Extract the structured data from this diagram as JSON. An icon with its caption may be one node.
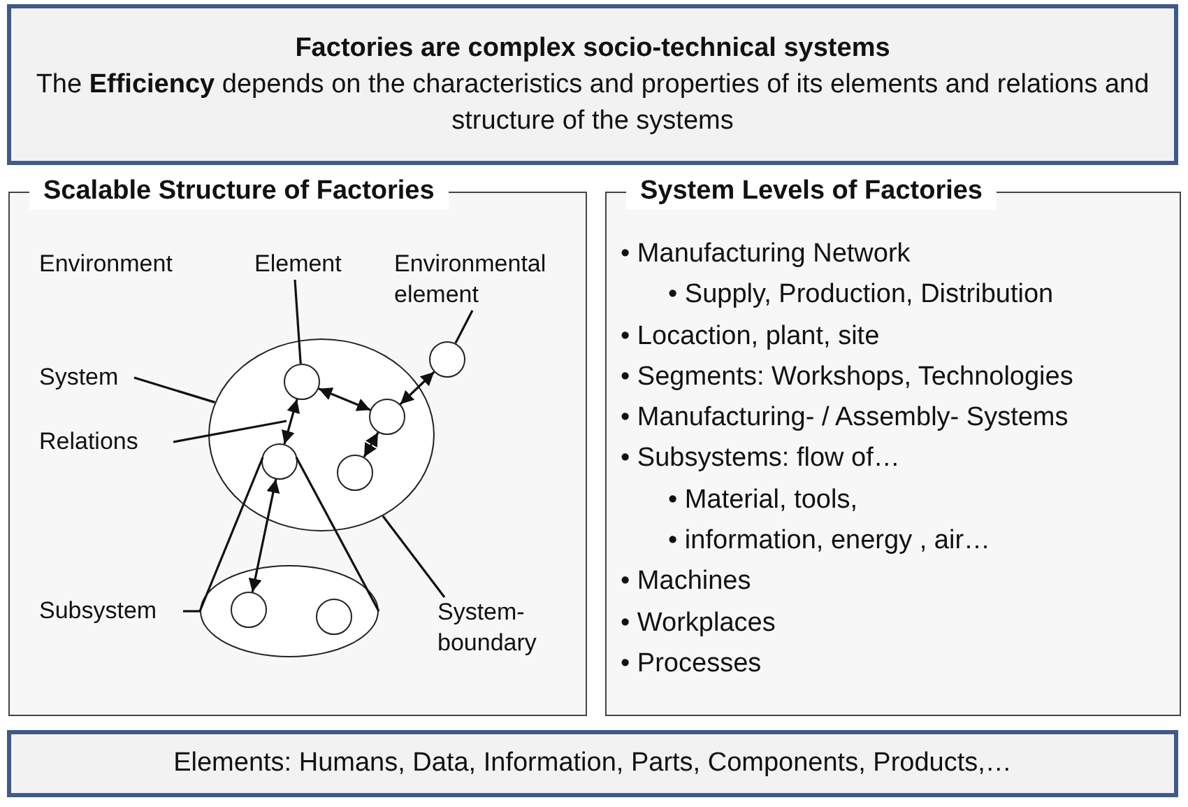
{
  "diagram": {
    "nodes": [
      {
        "text": [
          "Factories are complex socio-technical systems",
          "The **Efficiency** depends on the characteristics and properties of its elements and relations and structure of the systems"
        ]
      },
      {
        "text": [
          "Scalable Structure of Factories"
        ]
      },
      {
        "text": [
          "System Levels of Factories",
          "• Manufacturing Network",
          "• Supply, Production, Distribution",
          "• Locaction, plant, site",
          "• Segments: Workshops, Technologies",
          "• Manufacturing- / Assembly- Systems",
          "• Subsystems: flow of…",
          "• Material, tools,",
          "• information, energy , air…",
          "• Machines",
          "• Workplaces",
          "• Processes"
        ]
      },
      {
        "text": [
          "Elements: Humans, Data, Information, Parts, Components, Products,…"
        ]
      },
      {
        "text": [],
        "shape": "ellipse",
        "in": 1
      },
      {
        "text": [],
        "shape": "circle",
        "in": 4
      },
      {
        "text": [],
        "shape": "circle",
        "in": 4
      },
      {
        "text": [],
        "shape": "circle",
        "in": 4
      },
      {
        "text": [],
        "shape": "circle",
        "in": 4
      },
      {
        "text": [],
        "shape": "circle",
        "in": 1
      },
      {
        "text": [],
        "shape": "ellipse",
        "in": 1
      },
      {
        "text": [],
        "shape": "circle",
        "in": 10
      },
      {
        "text": [],
        "shape": "circle",
        "in": 10
      },
      {
        "text": [
          "Element"
        ],
        "in": 1
      },
      {
        "text": [
          "Environmental element"
        ],
        "in": 1
      },
      {
        "text": [
          "System"
        ],
        "in": 1
      },
      {
        "text": [
          "Relations"
        ],
        "in": 1
      },
      {
        "text": [
          "Subsystem"
        ],
        "in": 1
      },
      {
        "text": [
          "System- boundary"
        ],
        "in": 1
      }
    ],
    "edges": [
      {
        "from": 5,
        "to": 6,
        "arrow": "both"
      },
      {
        "from": 5,
        "to": 8,
        "arrow": "both"
      },
      {
        "from": 6,
        "to": 7,
        "arrow": "both"
      },
      {
        "from": 6,
        "to": 9,
        "arrow": "both"
      },
      {
        "from": 8,
        "to": 11,
        "arrow": "both"
      },
      {
        "from": 8,
        "to": 10,
        "arrow": "none"
      },
      {
        "from": 8,
        "to": 10,
        "arrow": "none"
      },
      {
        "from": 13,
        "to": 5,
        "arrow": "none"
      },
      {
        "from": 14,
        "to": 9,
        "arrow": "none"
      },
      {
        "from": 15,
        "to": 4,
        "arrow": "none"
      },
      {
        "from": 16,
        "to": null,
        "arrow": "none"
      },
      {
        "from": 17,
        "to": 10,
        "arrow": "none"
      },
      {
        "from": 18,
        "to": 4,
        "arrow": "none"
      }
    ],
    "labels": [
      "Environment"
    ]
  }
}
